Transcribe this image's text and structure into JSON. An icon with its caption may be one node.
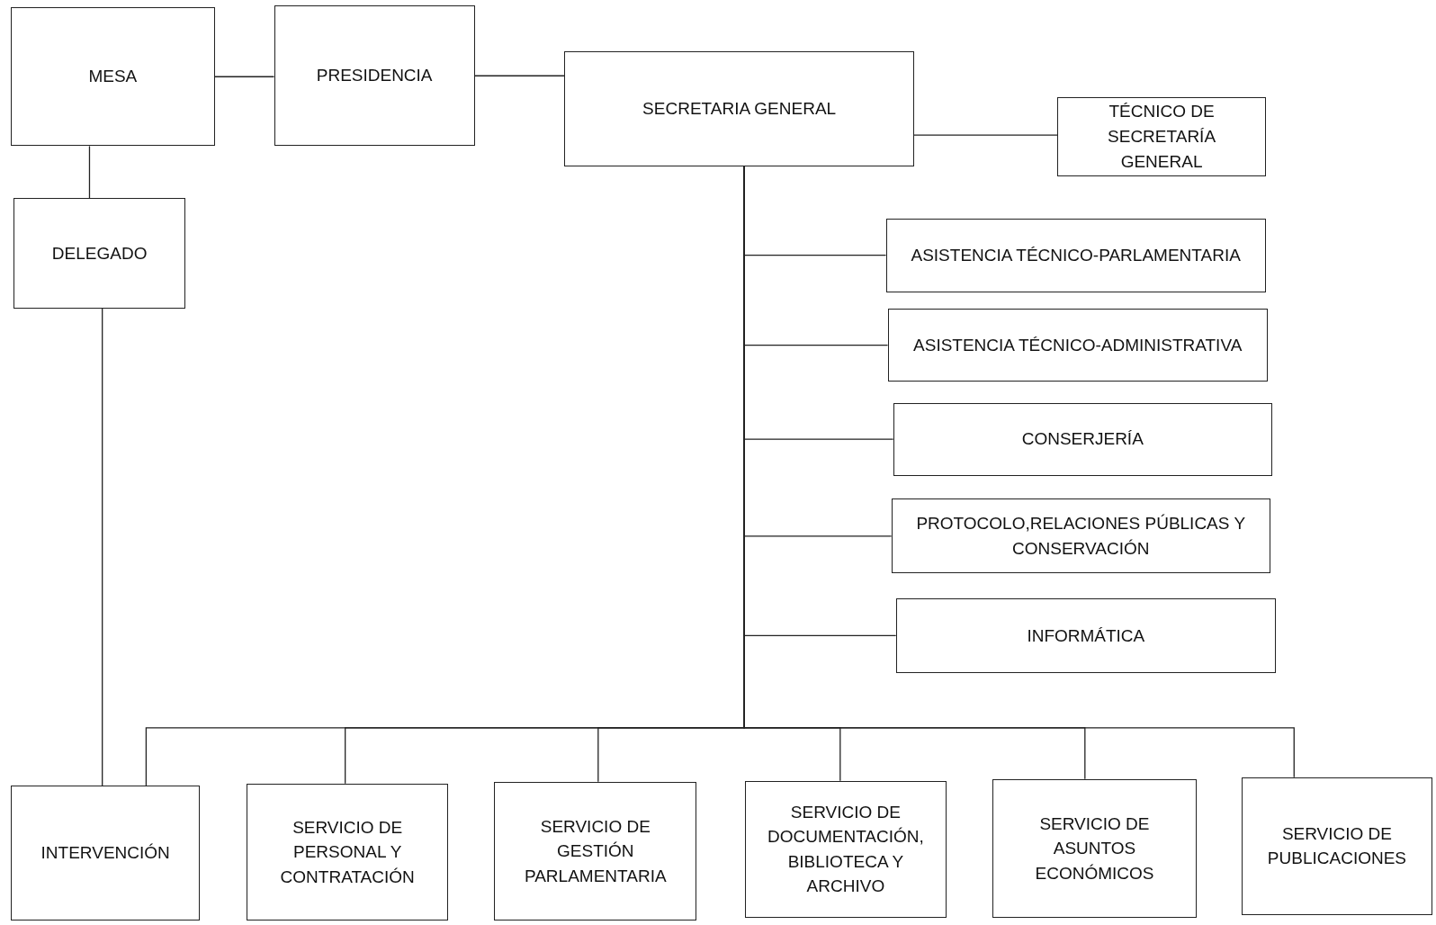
{
  "diagram": {
    "nodes": [
      {
        "text": [
          "MESA"
        ]
      },
      {
        "text": [
          "PRESIDENCIA"
        ]
      },
      {
        "text": [
          "SECRETARIA GENERAL"
        ]
      },
      {
        "text": [
          "TÉCNICO DE SECRETARÍA GENERAL"
        ]
      },
      {
        "text": [
          "DELEGADO"
        ]
      },
      {
        "text": [
          "ASISTENCIA TÉCNICO-PARLAMENTARIA"
        ]
      },
      {
        "text": [
          "ASISTENCIA TÉCNICO-ADMINISTRATIVA"
        ]
      },
      {
        "text": [
          "CONSERJERÍA"
        ]
      },
      {
        "text": [
          "PROTOCOLO,RELACIONES PÚBLICAS Y CONSERVACIÓN"
        ]
      },
      {
        "text": [
          "INFORMÁTICA"
        ]
      },
      {
        "text": [
          "INTERVENCIÓN"
        ]
      },
      {
        "text": [
          "SERVICIO DE PERSONAL Y CONTRATACIÓN"
        ]
      },
      {
        "text": [
          "SERVICIO DE GESTIÓN PARLAMENTARIA"
        ]
      },
      {
        "text": [
          "SERVICIO DE DOCUMENTACIÓN, BIBLIOTECA Y ARCHIVO"
        ]
      },
      {
        "text": [
          "SERVICIO DE ASUNTOS ECONÓMICOS"
        ]
      },
      {
        "text": [
          "SERVICIO DE PUBLICACIONES"
        ]
      }
    ],
    "edges": [
      {
        "from": 0,
        "to": 1,
        "arrow": "none"
      },
      {
        "from": 1,
        "to": 2,
        "arrow": "none"
      },
      {
        "from": 2,
        "to": 3,
        "arrow": "none"
      },
      {
        "from": 0,
        "to": 4,
        "arrow": "none"
      },
      {
        "from": 4,
        "to": 10,
        "arrow": "none"
      },
      {
        "from": 2,
        "to": 5,
        "arrow": "none"
      },
      {
        "from": 2,
        "to": 6,
        "arrow": "none"
      },
      {
        "from": 2,
        "to": 7,
        "arrow": "none"
      },
      {
        "from": 2,
        "to": 8,
        "arrow": "none"
      },
      {
        "from": 2,
        "to": 9,
        "arrow": "none"
      },
      {
        "from": 2,
        "to": 10,
        "arrow": "none"
      },
      {
        "from": 2,
        "to": 11,
        "arrow": "none"
      },
      {
        "from": 2,
        "to": 12,
        "arrow": "none"
      },
      {
        "from": 2,
        "to": 13,
        "arrow": "none"
      },
      {
        "from": 2,
        "to": 14,
        "arrow": "none"
      },
      {
        "from": 2,
        "to": 15,
        "arrow": "none"
      }
    ]
  }
}
